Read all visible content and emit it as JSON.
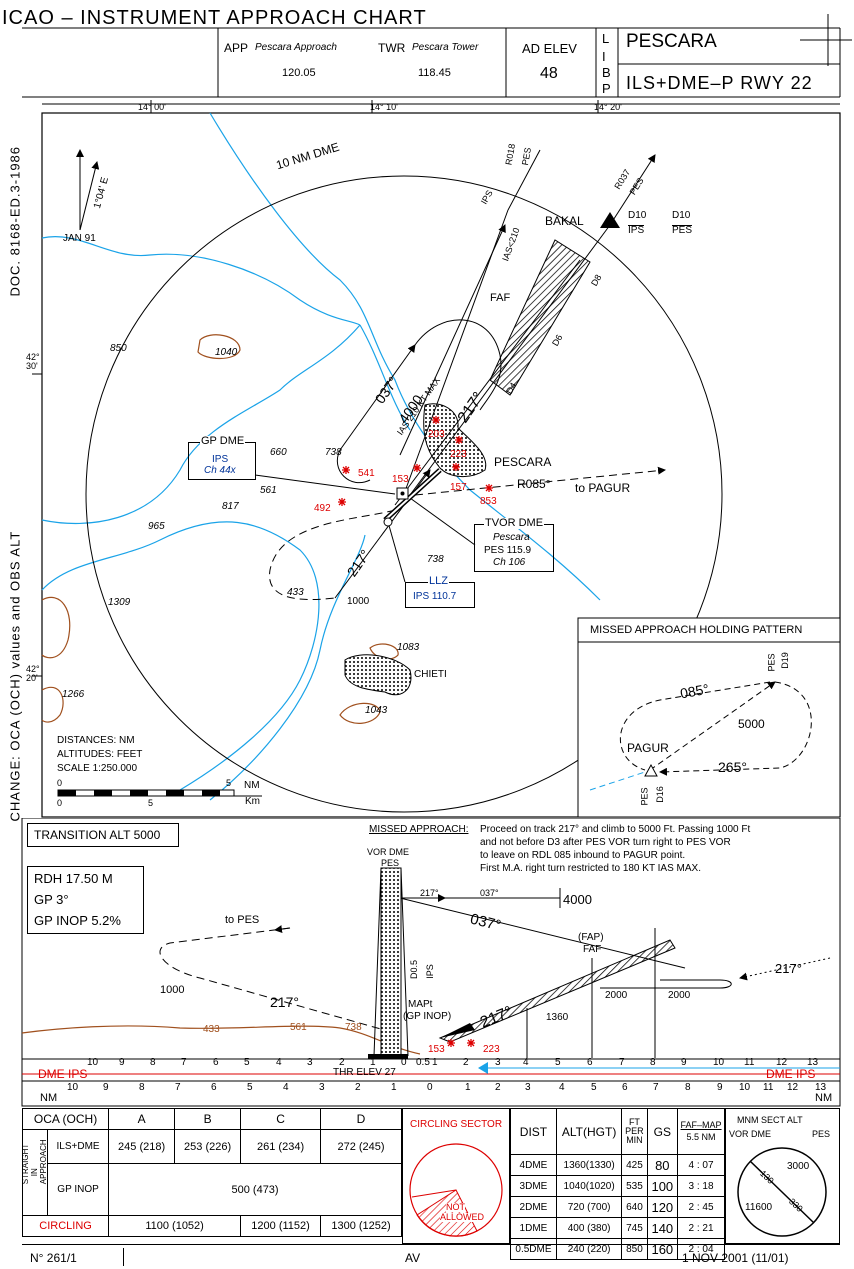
{
  "header": {
    "title": "ICAO  –  INSTRUMENT APPROACH CHART",
    "app_label": "APP",
    "app_name": "Pescara Approach",
    "app_freq": "120.05",
    "twr_label": "TWR",
    "twr_name": "Pescara Tower",
    "twr_freq": "118.45",
    "ad_elev_label": "AD ELEV",
    "ad_elev": "48",
    "icao_code": [
      "L",
      "I",
      "B",
      "P"
    ],
    "airport": "PESCARA",
    "procedure": "ILS+DME–P  RWY 22"
  },
  "side_text": {
    "doc": "DOC. 8168-ED.3-1986",
    "change": "CHANGE: OCA (OCH) values and OBS ALT"
  },
  "plan": {
    "lon_ticks": [
      "14° 00'",
      "14° 10'",
      "14° 20'"
    ],
    "lat_ticks": [
      "42° 30'",
      "42° 20'"
    ],
    "variation": "1°04' E",
    "variation_date": "JAN 91",
    "dme_ring": "10 NM DME",
    "radials": {
      "r018": "R018",
      "r037": "R037",
      "r085": "R085°",
      "pes": "PES"
    },
    "to_pagur": "to PAGUR",
    "bakal": "BAKAL",
    "bakal_d10_ips": "D10",
    "bakal_ips": "IPS",
    "bakal_d10_pes": "D10",
    "bakal_pes": "PES",
    "faf": "FAF",
    "d8": "D8",
    "d6": "D6",
    "d4": "D4",
    "d_ips": "IPS",
    "ias_restr": "IAS<210",
    "holding_track": "037°",
    "holding_alt": "4000",
    "ias_max": "IAS 210 KT MAX",
    "final_track": "217°",
    "inbound_track": "217°",
    "city": "PESCARA",
    "city2": "CHIETI",
    "gp_box": {
      "title": "GP DME",
      "ident": "IPS",
      "ch": "Ch 44x"
    },
    "tvor_box": {
      "title": "TVOR DME",
      "name": "Pescara",
      "freq": "PES 115.9",
      "ch": "Ch 106"
    },
    "llz_box": {
      "title": "LLZ",
      "freq": "IPS 110.7"
    },
    "alt_1000": "1000",
    "spot_elevs": [
      "850",
      "1040",
      "660",
      "738",
      "561",
      "817",
      "965",
      "1309",
      "1266",
      "433",
      "738",
      "1083",
      "1043"
    ],
    "obstacles": [
      "541",
      "203",
      "223",
      "153",
      "157",
      "853",
      "492"
    ],
    "legend": {
      "distances": "DISTANCES: NM",
      "altitudes": "ALTITUDES: FEET",
      "scale": "SCALE 1:250.000",
      "nm": "NM",
      "km": "Km",
      "zero": "0",
      "five": "5"
    }
  },
  "missed_hold": {
    "title": "MISSED APPROACH HOLDING PATTERN",
    "outbound": "085°",
    "inbound": "265°",
    "alt": "5000",
    "fix": "PAGUR",
    "d19": "D19",
    "d16": "D16",
    "pes": "PES"
  },
  "profile": {
    "transition_alt": "TRANSITION ALT 5000",
    "rdh": "RDH  17.50  M",
    "gp": "GP      3°",
    "gp_inop": "GP  INOP  5.2%",
    "missed_title": "MISSED APPROACH:",
    "missed_text": [
      "Proceed on track 217° and climb to 5000 Ft. Passing 1000 Ft",
      "and not before D3 after PES VOR turn right to PES VOR",
      "to leave on RDL 085 inbound to PAGUR point.",
      "First M.A. right turn restricted to 180 KT IAS MAX."
    ],
    "vor_dme": "VOR DME",
    "vor_pes": "PES",
    "trk_217": "217°",
    "trk_037": "037°",
    "alt_4000": "4000",
    "trk_037b": "037°",
    "to_pes": "to PES",
    "alt_1000": "1000",
    "trk_217b": "217°",
    "d05": "D0.5",
    "d05_ips": "IPS",
    "mapt": "MAPt",
    "gp_inop_lbl": "(GP INOP)",
    "fap": "(FAP)",
    "faf": "FAF",
    "alt_2000a": "2000",
    "alt_2000b": "2000",
    "alt_1360": "1360",
    "trk_217c": "217°",
    "trk_217d": "217°",
    "terrain": [
      "433",
      "561",
      "738"
    ],
    "obst": [
      "153",
      "223"
    ],
    "thr_elev": "THR ELEV 27",
    "dme_ips_l": "DME  IPS",
    "dme_ips_r": "DME  IPS",
    "nm_l": "NM",
    "nm_r": "NM",
    "top_scale": [
      "10",
      "9",
      "8",
      "7",
      "6",
      "5",
      "4",
      "3",
      "2",
      "1",
      "0",
      "0.5",
      "1",
      "2",
      "3",
      "4",
      "5",
      "6",
      "7",
      "8",
      "9",
      "10",
      "11",
      "12",
      "13"
    ],
    "bottom_scale": [
      "10",
      "9",
      "8",
      "7",
      "6",
      "5",
      "4",
      "3",
      "2",
      "1",
      "0",
      "1",
      "2",
      "3",
      "4",
      "5",
      "6",
      "7",
      "8",
      "9",
      "10",
      "11",
      "12",
      "13"
    ]
  },
  "minima": {
    "header": [
      "OCA (OCH)",
      "A",
      "B",
      "C",
      "D"
    ],
    "straight_in": "STRAIGHT IN APPROACH",
    "rows": [
      {
        "label": "ILS+DME",
        "a": "245 (218)",
        "b": "253 (226)",
        "c": "261 (234)",
        "d": "272 (245)"
      },
      {
        "label": "GP INOP",
        "all": "500 (473)"
      }
    ],
    "circling": {
      "label": "CIRCLING",
      "ab": "1100 (1052)",
      "c": "1200 (1152)",
      "d": "1300 (1252)"
    },
    "circling_sector": "CIRCLING SECTOR",
    "not_allowed": [
      "NOT",
      "ALLOWED"
    ]
  },
  "dme_table": {
    "headers": [
      "DIST",
      "ALT(HGT)",
      "FT PER MIN",
      "GS"
    ],
    "fpm_header": [
      "FT",
      "PER",
      "MIN"
    ],
    "faf_map": "FAF–MAP",
    "faf_map_nm": "5.5 NM",
    "rows": [
      {
        "dist": "4DME",
        "alt": "1360(1330)",
        "fpm": "425",
        "gs": "80",
        "time": "4 : 07"
      },
      {
        "dist": "3DME",
        "alt": "1040(1020)",
        "fpm": "535",
        "gs": "100",
        "time": "3 : 18"
      },
      {
        "dist": "2DME",
        "alt": "720 (700)",
        "fpm": "640",
        "gs": "120",
        "time": "2 : 45"
      },
      {
        "dist": "1DME",
        "alt": "400 (380)",
        "fpm": "745",
        "gs": "140",
        "time": "2 : 21"
      },
      {
        "dist": "0.5DME",
        "alt": "240 (220)",
        "fpm": "850",
        "gs": "160",
        "time": "2 : 04"
      }
    ]
  },
  "msa": {
    "title": "MNM SECT ALT",
    "sub": "VOR DME",
    "pes": "PES",
    "alt_a": "3000",
    "alt_b": "11600",
    "r130": "130",
    "r330": "330"
  },
  "footer": {
    "number": "N° 261/1",
    "issuer": "AV",
    "date": "1 NOV 2001 (11/01)"
  }
}
